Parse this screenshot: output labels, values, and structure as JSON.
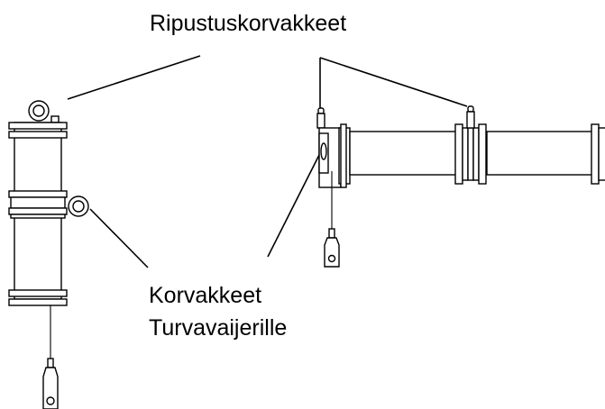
{
  "labels": {
    "hanging_lugs": "Ripustuskorvakkeet",
    "safety_line_lugs_line1": "Korvakkeet",
    "safety_line_lugs_line2": "Turvavaijerille"
  }
}
